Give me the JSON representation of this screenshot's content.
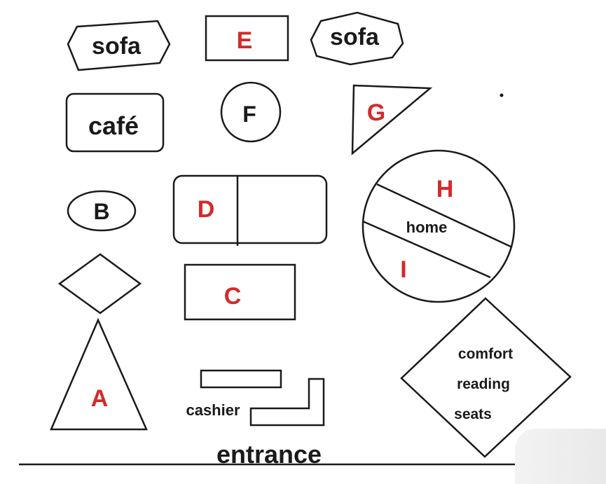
{
  "diagram": {
    "labels": {
      "sofa_left": "sofa",
      "sofa_right": "sofa",
      "e": "E",
      "cafe": "café",
      "f": "F",
      "g": "G",
      "b": "B",
      "d": "D",
      "h": "H",
      "home": "home",
      "i": "I",
      "c": "C",
      "a": "A",
      "comfort": "comfort",
      "reading": "reading",
      "seats": "seats",
      "cashier": "cashier",
      "entrance": "entrance"
    },
    "colors": {
      "ink": "#1a1a1a",
      "letter_red": "#d42a2a"
    }
  }
}
